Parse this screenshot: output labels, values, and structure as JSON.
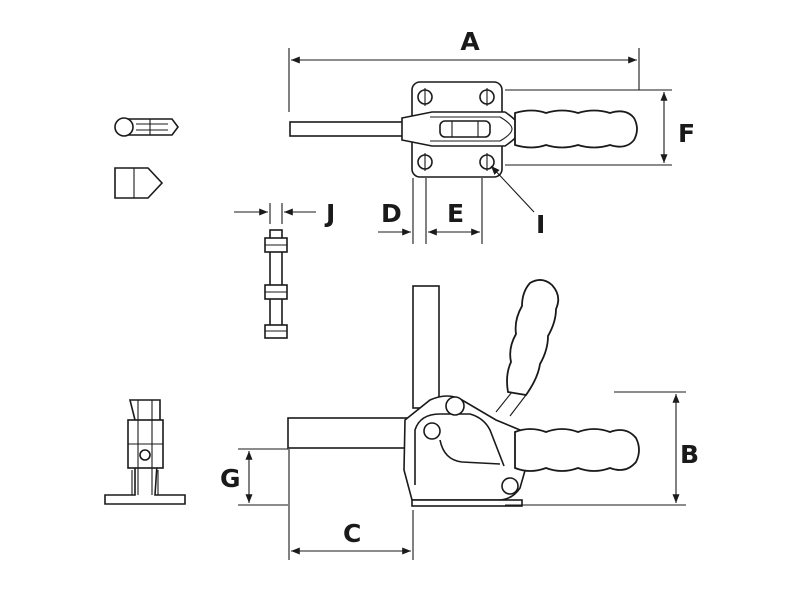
{
  "dimensions": {
    "A": "A",
    "B": "B",
    "C": "C",
    "D": "D",
    "E": "E",
    "F": "F",
    "G": "G",
    "I": "I",
    "J": "J"
  }
}
